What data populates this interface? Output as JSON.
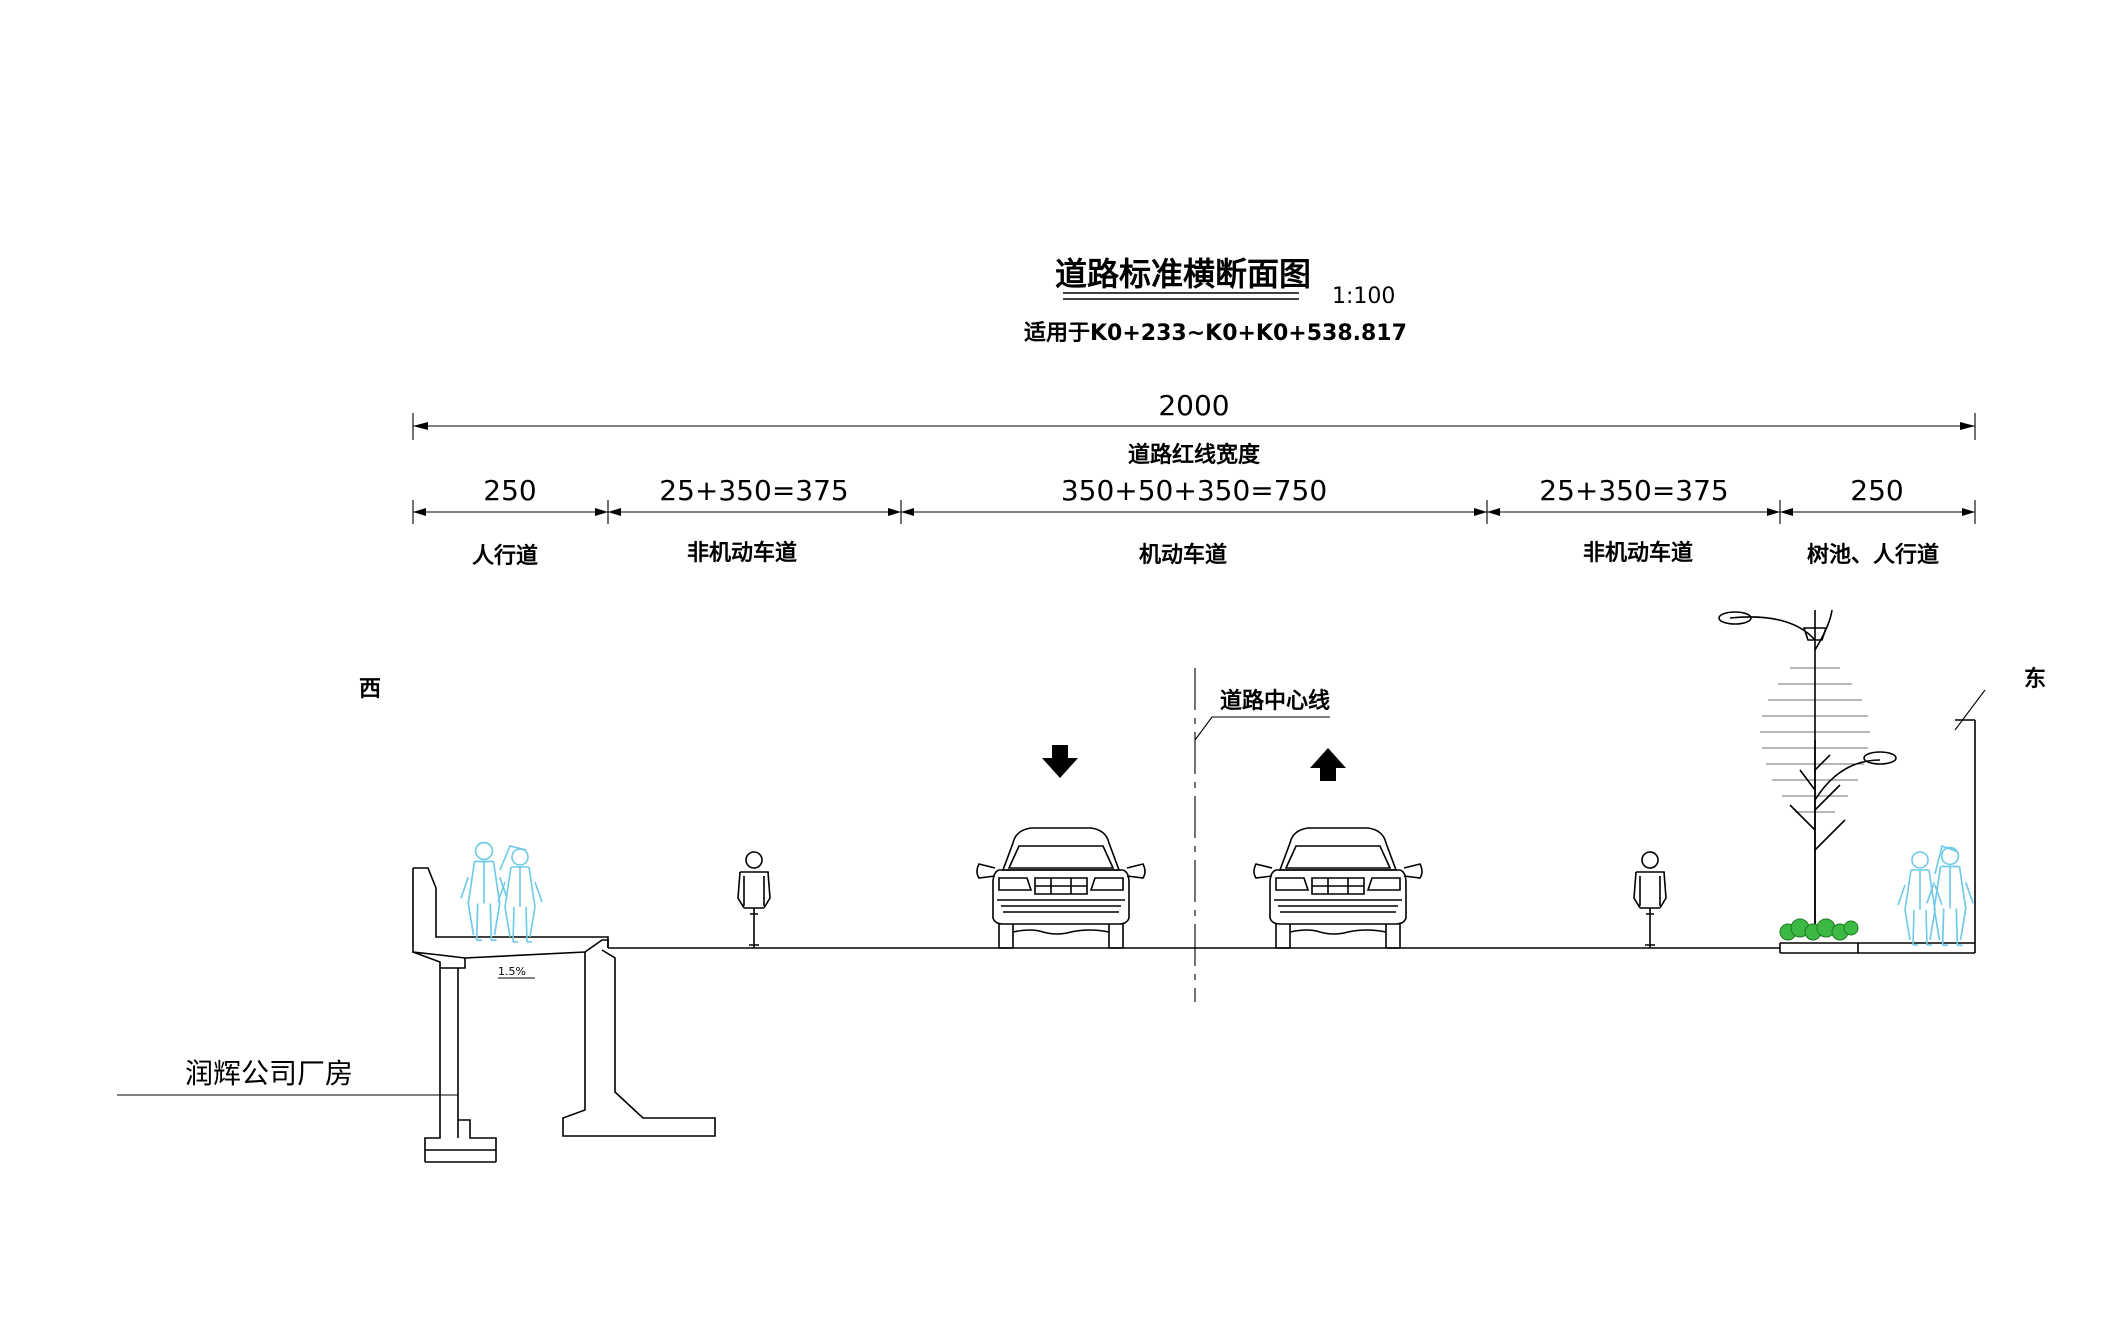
{
  "title": "道路标准横断面图",
  "scale": "1:100",
  "applies_to": "适用于K0+233~K0+K0+538.817",
  "total_width": "2000",
  "total_width_label": "道路红线宽度",
  "segments": [
    {
      "dim": "250",
      "label": "人行道"
    },
    {
      "dim": "25+350=375",
      "label": "非机动车道"
    },
    {
      "dim": "350+50+350=750",
      "label": "机动车道"
    },
    {
      "dim": "25+350=375",
      "label": "非机动车道"
    },
    {
      "dim": "250",
      "label": "树池、人行道"
    }
  ],
  "west": "西",
  "east": "东",
  "centerline_label": "道路中心线",
  "slope": "1.5%",
  "building_label": "润辉公司厂房",
  "colors": {
    "pedestrian": "#6ecae8",
    "shrub": "#3cb943",
    "line": "#000000"
  }
}
